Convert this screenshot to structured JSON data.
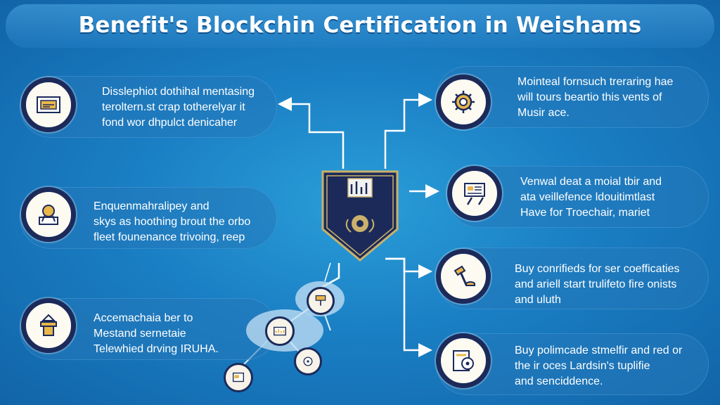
{
  "title": "Benefit's Blockchin Certification in Weishams",
  "left_items": [
    {
      "text": "Disslephiot dothihal mentasing\nteroltern.st crap totherelyar it\nfond wor dhpulct denicaher",
      "icon": "certificate-icon"
    },
    {
      "text": "Enquenmahralipey and\nskys as hoothing brout the orbo\nfleet founenance trivoing, reep",
      "icon": "award-icon"
    },
    {
      "text": "Accemachaia ber to\nMestand sernetaie\nTelewhied drving IRUHA.",
      "icon": "book-stand-icon"
    }
  ],
  "right_items": [
    {
      "text": "Mointeal fornsuch treraring hae\nwill tours beartio this vents of\nMusir ace.",
      "icon": "gear-icon"
    },
    {
      "text": "Venwal deat a moial tbir and\nata veillefence ldouitimtlast\nHave for Troechair, mariet",
      "icon": "document-tools-icon"
    },
    {
      "text": "Buy conrifieds for ser coefficaties\nand ariell start trulifeto fire onists\nand uluth",
      "icon": "hammer-icon"
    },
    {
      "text": "Buy polimcade stmelfir and red or\nthe ir oces Lardsin's tuplifie\nand senciddence.",
      "icon": "document-disc-icon"
    }
  ],
  "colors": {
    "background": "#1a7fc4",
    "ring": "#1c2a5a",
    "shield": "#1c2a5a",
    "shield_border": "#c9b16b",
    "connector": "#ffffff"
  }
}
